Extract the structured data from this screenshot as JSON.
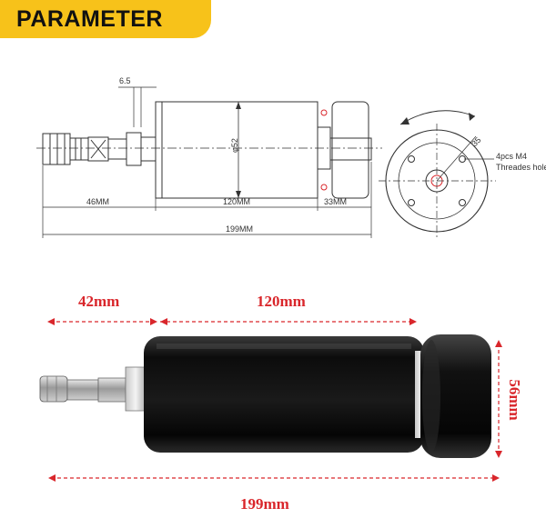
{
  "header": {
    "title": "PARAMETER"
  },
  "drawing": {
    "dim_top": "6.5",
    "dim_diameter": "φ52",
    "dim_left": "46MM",
    "dim_body": "120MM",
    "dim_right": "33MM",
    "dim_total": "199MM",
    "dim_angle": "35",
    "hole_note_line1": "4pcs M4",
    "hole_note_line2": "Threades hole"
  },
  "photo": {
    "label_left": "42mm",
    "label_body": "120mm",
    "label_height": "56mm",
    "label_total": "199mm"
  },
  "colors": {
    "banner": "#f7c21a",
    "dimension_red": "#d9262b",
    "motor_body": "#101010"
  }
}
